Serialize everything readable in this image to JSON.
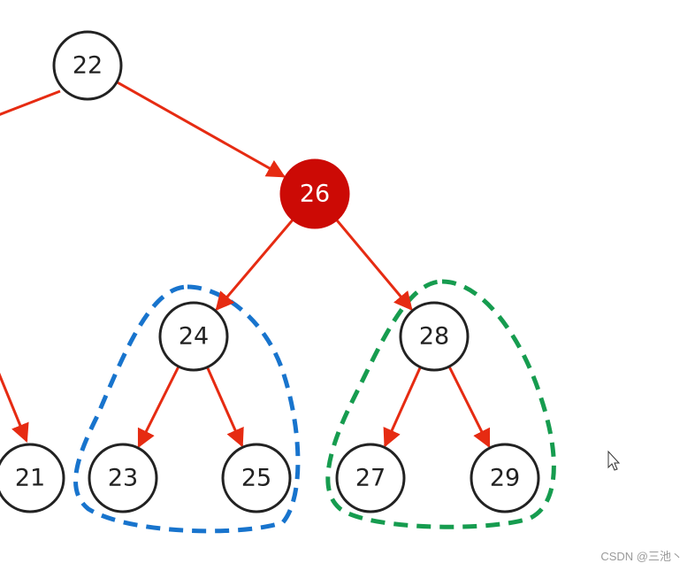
{
  "colors": {
    "edge": "#e62b12",
    "node_stroke": "#222222",
    "node_fill": "#ffffff",
    "highlight_fill": "#cc0a05",
    "highlight_text": "#ffffff",
    "text": "#222222",
    "group_blue": "#1874cd",
    "group_green": "#169c4f"
  },
  "tree": {
    "nodes": [
      {
        "id": "n22",
        "label": "22",
        "highlight": false
      },
      {
        "id": "n26",
        "label": "26",
        "highlight": true
      },
      {
        "id": "n24",
        "label": "24",
        "highlight": false
      },
      {
        "id": "n28",
        "label": "28",
        "highlight": false
      },
      {
        "id": "n21",
        "label": "21",
        "highlight": false
      },
      {
        "id": "n23",
        "label": "23",
        "highlight": false
      },
      {
        "id": "n25",
        "label": "25",
        "highlight": false
      },
      {
        "id": "n27",
        "label": "27",
        "highlight": false
      },
      {
        "id": "n29",
        "label": "29",
        "highlight": false
      }
    ],
    "edges": [
      {
        "from": "n22",
        "to": "n26"
      },
      {
        "from": "n26",
        "to": "n24"
      },
      {
        "from": "n26",
        "to": "n28"
      },
      {
        "from": "n24",
        "to": "n23"
      },
      {
        "from": "n24",
        "to": "n25"
      },
      {
        "from": "n28",
        "to": "n27"
      },
      {
        "from": "n28",
        "to": "n29"
      }
    ],
    "groups": [
      {
        "id": "left-subtree-group",
        "color": "blue",
        "members": [
          "n24",
          "n23",
          "n25"
        ]
      },
      {
        "id": "right-subtree-group",
        "color": "green",
        "members": [
          "n28",
          "n27",
          "n29"
        ]
      }
    ]
  },
  "watermark": "CSDN @三池丶"
}
